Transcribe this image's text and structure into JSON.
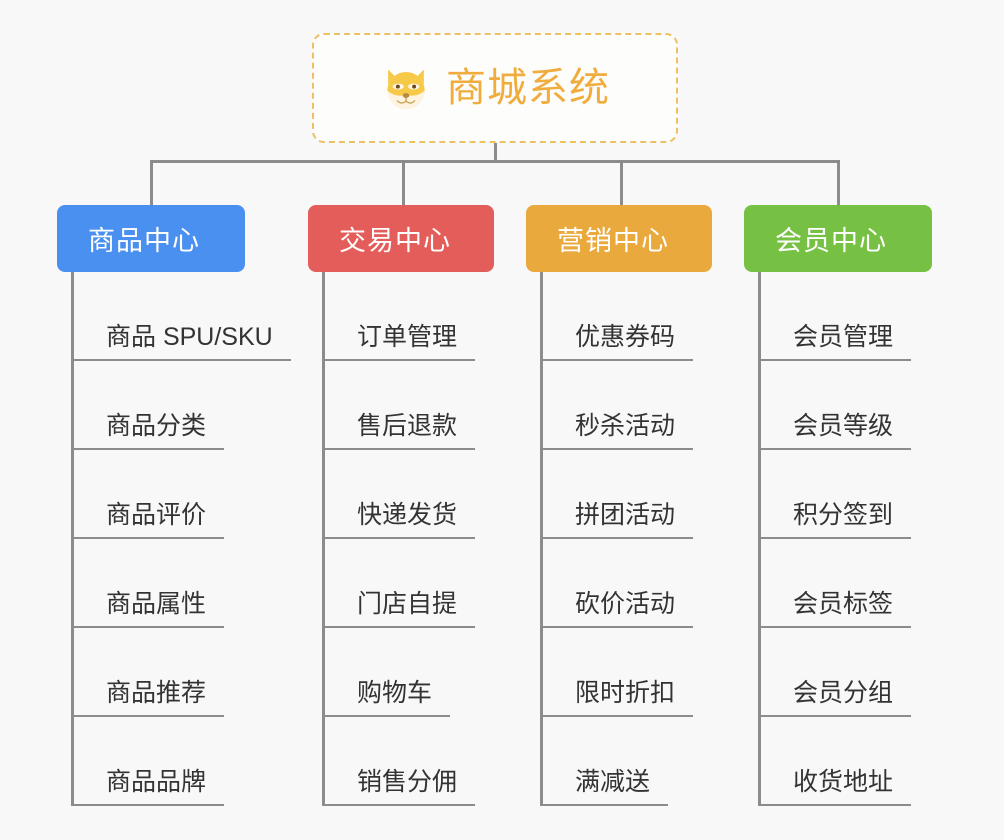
{
  "root": {
    "icon": "shiba-dog-face-emoji",
    "title": "商城系统"
  },
  "colors": {
    "background": "#f8f8f8",
    "root_border": "#eebf63",
    "root_text": "#f0ad3e",
    "connector": "#8c8c8c",
    "leaf_text": "#333333",
    "branch_1": "#4a90f0",
    "branch_2": "#e35d5b",
    "branch_3": "#eaa93c",
    "branch_4": "#76c043"
  },
  "branches": [
    {
      "label": "商品中心",
      "color": "#4a90f0",
      "items": [
        {
          "label": "商品 SPU/SKU"
        },
        {
          "label": "商品分类"
        },
        {
          "label": "商品评价"
        },
        {
          "label": "商品属性"
        },
        {
          "label": "商品推荐"
        },
        {
          "label": "商品品牌"
        }
      ]
    },
    {
      "label": "交易中心",
      "color": "#e35d5b",
      "items": [
        {
          "label": "订单管理"
        },
        {
          "label": "售后退款"
        },
        {
          "label": "快递发货"
        },
        {
          "label": "门店自提"
        },
        {
          "label": "购物车"
        },
        {
          "label": "销售分佣"
        }
      ]
    },
    {
      "label": "营销中心",
      "color": "#eaa93c",
      "items": [
        {
          "label": "优惠券码"
        },
        {
          "label": "秒杀活动"
        },
        {
          "label": "拼团活动"
        },
        {
          "label": "砍价活动"
        },
        {
          "label": "限时折扣"
        },
        {
          "label": "满减送"
        }
      ]
    },
    {
      "label": "会员中心",
      "color": "#76c043",
      "items": [
        {
          "label": "会员管理"
        },
        {
          "label": "会员等级"
        },
        {
          "label": "积分签到"
        },
        {
          "label": "会员标签"
        },
        {
          "label": "会员分组"
        },
        {
          "label": "收货地址"
        }
      ]
    }
  ]
}
